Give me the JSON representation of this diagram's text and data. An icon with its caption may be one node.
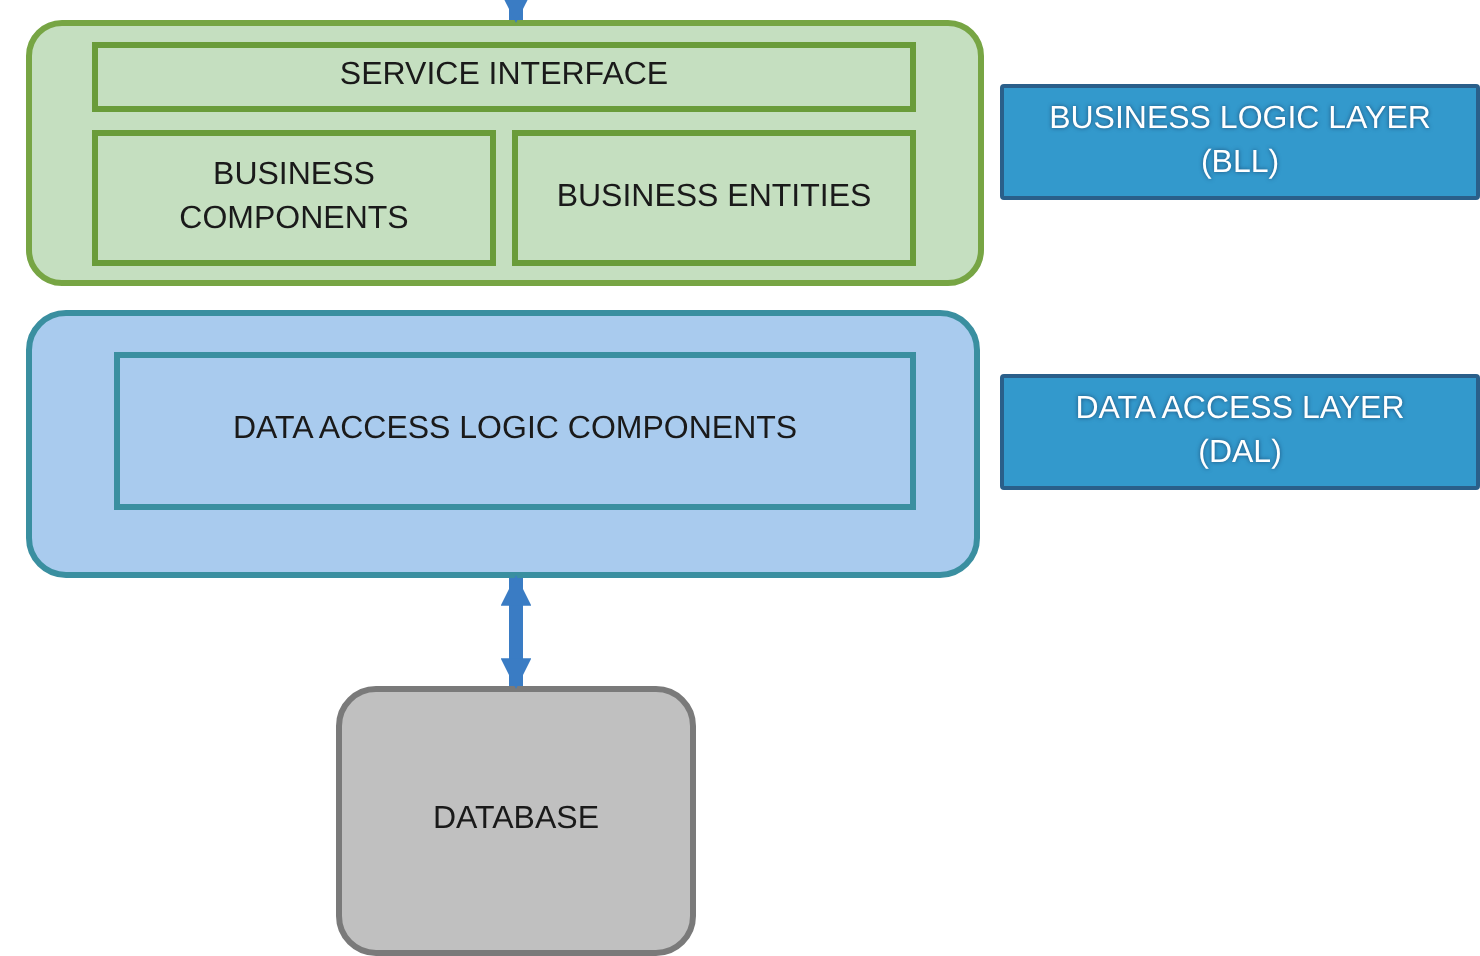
{
  "diagram": {
    "nodes": [
      {
        "text": [],
        "shape": "box"
      },
      {
        "text": [
          "SERVICE INTERFACE"
        ],
        "in": 0
      },
      {
        "text": [
          "BUSINESS COMPONENTS"
        ],
        "in": 0
      },
      {
        "text": [
          "BUSINESS ENTITIES"
        ],
        "in": 0
      },
      {
        "text": [
          "BUSINESS LOGIC LAYER (BLL)"
        ]
      },
      {
        "text": [],
        "shape": "box"
      },
      {
        "text": [
          "DATA ACCESS LOGIC COMPONENTS"
        ],
        "in": 5
      },
      {
        "text": [
          "DATA ACCESS LAYER (DAL)"
        ]
      },
      {
        "text": [
          "DATABASE"
        ]
      }
    ],
    "edges": [
      {
        "from": null,
        "to": 0,
        "arrow": "to"
      },
      {
        "from": 5,
        "to": 8,
        "arrow": "both"
      }
    ]
  }
}
